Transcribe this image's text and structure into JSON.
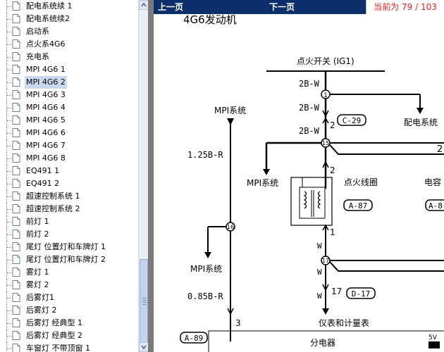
{
  "tree": {
    "items": [
      {
        "label": "配电系统续 1"
      },
      {
        "label": "配电系统续2"
      },
      {
        "label": "启动系"
      },
      {
        "label": "点火系4G6"
      },
      {
        "label": "充电系"
      },
      {
        "label": "MPI 4G6 1"
      },
      {
        "label": "MPI 4G6 2",
        "selected": true
      },
      {
        "label": "MPI 4G6 3"
      },
      {
        "label": "MPI 4G6 4"
      },
      {
        "label": "MPI 4G6 5"
      },
      {
        "label": "MPI 4G6 6"
      },
      {
        "label": "MPI 4G6 7"
      },
      {
        "label": "MPI 4G6 8"
      },
      {
        "label": "EQ491 1"
      },
      {
        "label": "EQ491 2"
      },
      {
        "label": "超速控制系统 1"
      },
      {
        "label": "超速控制系统 2"
      },
      {
        "label": "前灯 1"
      },
      {
        "label": "前灯 2"
      },
      {
        "label": "尾灯 位置灯和车牌灯 1"
      },
      {
        "label": "尾灯 位置灯和车牌灯 2"
      },
      {
        "label": "雾灯 1"
      },
      {
        "label": "雾灯 2"
      },
      {
        "label": "后雾灯1"
      },
      {
        "label": "后雾灯 2"
      },
      {
        "label": "后雾灯 经典型 1"
      },
      {
        "label": "后雾灯 经典型 2"
      },
      {
        "label": "车窗灯 不带顶窗 1"
      }
    ]
  },
  "viewer": {
    "prev_label": "上一页",
    "next_label": "下一页",
    "page_prefix": "当前为",
    "page_current": "79",
    "page_sep": "/",
    "page_total": "103"
  },
  "diagram": {
    "title": "4G6发动机",
    "ignition_switch": "点火开关 (IG1)",
    "wire_2bw_1": "2B-W",
    "wire_2bw_2": "2B-W",
    "wire_2bw_3": "2B-W",
    "node_1": "1",
    "node_2": "2",
    "conn_c29": "C-29",
    "power_dist": "配电系统",
    "mpi_left_top": "MPI系统",
    "wire_125br": "1.25B-R",
    "node_15": "15",
    "pin_2_right": "2",
    "pin_2_coil": "2",
    "mpi_mid": "MPI系统",
    "ign_coil": "点火线圈",
    "capacitor": "电容",
    "conn_a87": "A-87",
    "conn_a8": "A-8",
    "node_16": "16",
    "pin_1": "1",
    "wire_w1": "W",
    "wire_w2": "W",
    "wire_w3": "W",
    "node_17": "17",
    "mpi_left_low": "MPI系统",
    "wire_085br": "0.85B-R",
    "pin_17": "17",
    "conn_d17": "D-17",
    "meter": "仪表和计量表",
    "pin_3": "3",
    "conn_a89": "A-89",
    "distributor": "分电器",
    "label_5v": "5V"
  }
}
